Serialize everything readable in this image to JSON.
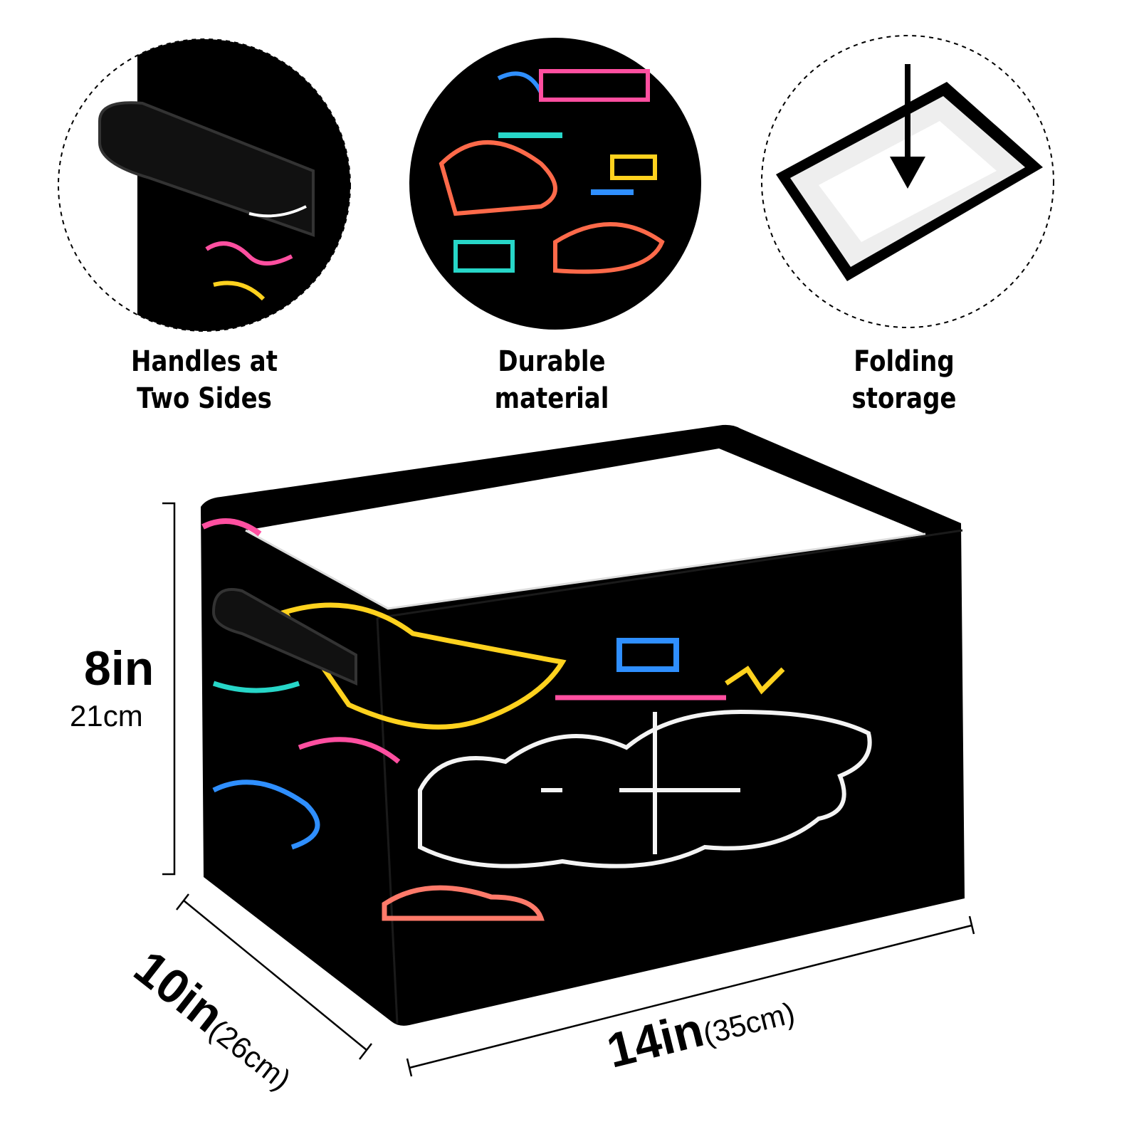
{
  "features": [
    {
      "line1": "Handles at",
      "line2": "Two Sides"
    },
    {
      "line1": "Durable",
      "line2": "material"
    },
    {
      "line1": "Folding",
      "line2": "storage"
    }
  ],
  "dimensions": {
    "height_in": "8in",
    "height_cm": "21cm",
    "depth_in": "10in",
    "depth_cm": "(26cm)",
    "width_in": "14in",
    "width_cm": "(35cm)"
  },
  "colors": {
    "basket": "#000000",
    "lining": "#ffffff",
    "neon_pink": "#ff4fa0",
    "neon_yellow": "#ffd21e",
    "neon_blue": "#2f8fff",
    "neon_cyan": "#27d6c8"
  }
}
